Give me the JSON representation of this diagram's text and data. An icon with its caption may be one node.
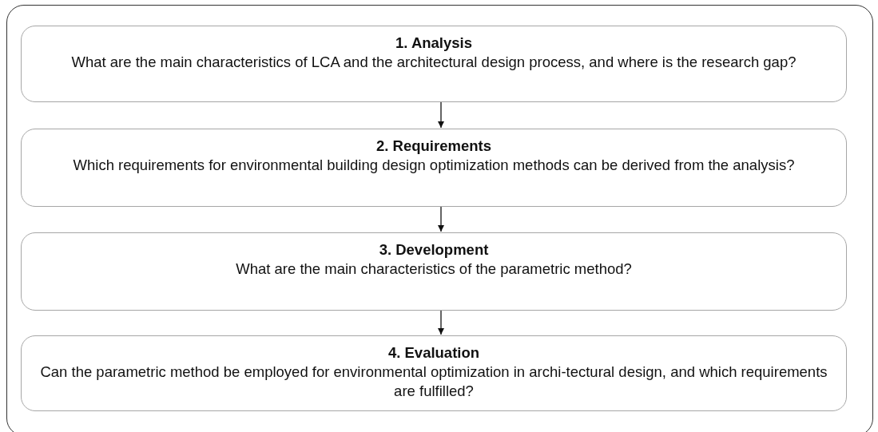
{
  "diagram": {
    "nodes": [
      {
        "text": [],
        "shape": "box"
      },
      {
        "text": [
          "1. Analysis",
          "What are the main characteristics of LCA and the architectural design process, and where is the research gap?"
        ],
        "in": 0
      },
      {
        "text": [
          "2. Requirements",
          "Which requirements for environmental building design optimization methods can be derived from the analysis?"
        ],
        "in": 0
      },
      {
        "text": [
          "3. Development",
          "What are the main characteristics of the parametric method?"
        ],
        "in": 0
      },
      {
        "text": [
          "4. Evaluation",
          "Can the parametric method be employed for environmental optimization in archi-tectural design, and which requirements are fulfilled?"
        ],
        "in": 0
      }
    ],
    "edges": [
      {
        "from": 1,
        "to": 2,
        "arrow": "to"
      },
      {
        "from": 2,
        "to": 3,
        "arrow": "to"
      },
      {
        "from": 3,
        "to": 4,
        "arrow": "to"
      }
    ]
  }
}
